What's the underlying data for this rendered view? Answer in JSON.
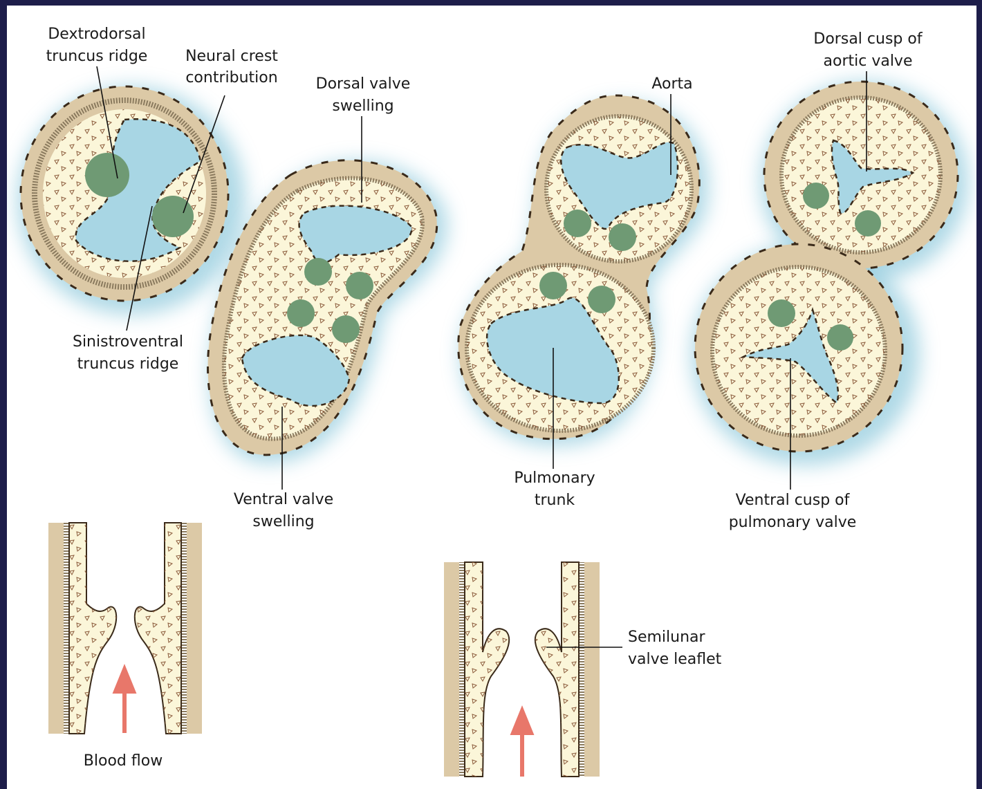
{
  "labels": {
    "dextrodorsal_1": "Dextrodorsal",
    "dextrodorsal_2": "truncus ridge",
    "neural_crest_1": "Neural crest",
    "neural_crest_2": "contribution",
    "dorsal_swelling_1": "Dorsal valve",
    "dorsal_swelling_2": "swelling",
    "aorta": "Aorta",
    "dorsal_cusp_1": "Dorsal cusp of",
    "dorsal_cusp_2": "aortic valve",
    "sinistroventral_1": "Sinistroventral",
    "sinistroventral_2": "truncus ridge",
    "ventral_swelling_1": "Ventral valve",
    "ventral_swelling_2": "swelling",
    "pulmonary_trunk_1": "Pulmonary",
    "pulmonary_trunk_2": "trunk",
    "ventral_cusp_1": "Ventral cusp of",
    "ventral_cusp_2": "pulmonary valve",
    "blood_flow": "Blood flow",
    "semilunar_1": "Semilunar",
    "semilunar_2": "valve leaflet"
  },
  "colors": {
    "wall": "#dcc9a6",
    "cushion": "#fbf6d9",
    "lumen": "#a8d6e4",
    "glow": "#8ec9dc",
    "ridge": "#6f9a74",
    "arrow": "#e8776a"
  }
}
